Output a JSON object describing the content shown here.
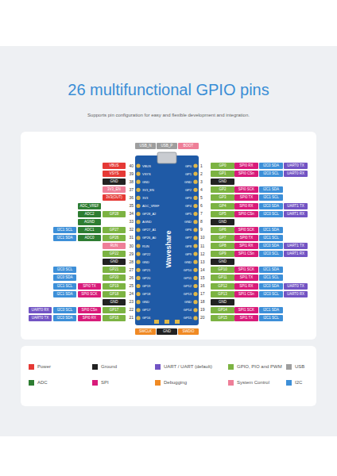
{
  "diagram": {
    "title": "26 multifunctional GPIO pins",
    "nodes": [
      {
        "text": [
          "Waveshare"
        ]
      }
    ],
    "labels": [
      "Supports pin configuration for easy and flexible development and integration.",
      "USB_N",
      "USB_P",
      "BOOT",
      "VBUS",
      "40",
      "VBUS",
      "GP0",
      "1",
      "GP0",
      "SPI0 RX",
      "I2C0 SDA",
      "UART0 TX",
      "VSYS",
      "39",
      "VSYS",
      "GP1",
      "2",
      "GP1",
      "SPI0 CSn",
      "I2C0 SCL",
      "UART0 RX",
      "GND",
      "38",
      "GND",
      "GND",
      "3",
      "GND",
      "3V3_EN",
      "37",
      "3V3_EN",
      "GP2",
      "4",
      "GP2",
      "SPI0 SCK",
      "I2C1 SDA",
      "3V3(OUT)",
      "36",
      "3V3",
      "GP3",
      "5",
      "GP3",
      "SPI0 TX",
      "I2C1 SCL",
      "ADC_VREF",
      "35",
      "ADC_VREF",
      "GP4",
      "6",
      "GP4",
      "SPI0 RX",
      "I2C0 SDA",
      "UART1 TX",
      "ADC2",
      "GP28",
      "34",
      "GP28_A2",
      "GP5",
      "7",
      "GP5",
      "SPI0 CSn",
      "I2C0 SCL",
      "UART1 RX",
      "AGND",
      "33",
      "AGND",
      "GND",
      "8",
      "GND",
      "I2C1 SCL",
      "ADC1",
      "GP27",
      "32",
      "GP27_A1",
      "GP6",
      "9",
      "GP6",
      "SPI0 SCK",
      "I2C1 SDA",
      "I2C1 SDA",
      "ADC0",
      "GP26",
      "31",
      "GP26_A0",
      "GP7",
      "10",
      "GP7",
      "SPI0 TX",
      "I2C1 SCL",
      "RUN",
      "30",
      "RUN",
      "GP8",
      "11",
      "GP8",
      "SPI1 RX",
      "I2C0 SDA",
      "UART1 TX",
      "GP22",
      "29",
      "GP22",
      "GP9",
      "12",
      "GP9",
      "SPI1 CSn",
      "I2C0 SCL",
      "UART1 RX",
      "GND",
      "28",
      "GND",
      "GND",
      "13",
      "GND",
      "I2C0 SCL",
      "GP21",
      "27",
      "GP21",
      "GP10",
      "14",
      "GP10",
      "SPI1 SCK",
      "I2C1 SDA",
      "I2C0 SDA",
      "GP20",
      "26",
      "GP20",
      "GP11",
      "15",
      "GP11",
      "SPI1 TX",
      "I2C1 SCL",
      "I2C1 SCL",
      "SPI0 TX",
      "GP19",
      "25",
      "GP19",
      "GP12",
      "16",
      "GP12",
      "SPI1 RX",
      "I2C0 SDA",
      "UART0 TX",
      "I2C1 SDA",
      "SPI0 SCK",
      "GP18",
      "24",
      "GP18",
      "GP13",
      "17",
      "GP13",
      "SPI1 CSn",
      "I2C0 SCL",
      "UART0 RX",
      "GND",
      "23",
      "GND",
      "GND",
      "18",
      "GND",
      "UART0 RX",
      "I2C0 SCL",
      "SPI0 CSn",
      "GP17",
      "22",
      "GP17",
      "GP14",
      "19",
      "GP14",
      "SPI1 SCK",
      "I2C1 SDA",
      "UART0 TX",
      "I2C0 SDA",
      "SPI0 RX",
      "GP16",
      "21",
      "GP16",
      "GP15",
      "20",
      "GP15",
      "SPI1 TX",
      "I2C1 SCL",
      "SWCLK",
      "GND",
      "SWDIO"
    ],
    "legend": [
      {
        "text": "Power",
        "color": "#e53935"
      },
      {
        "text": "Ground",
        "color": "#222222"
      },
      {
        "text": "UART / UART (default)",
        "color": "#7254c4"
      },
      {
        "text": "GPIO, PIO and PWM",
        "color": "#7cb342"
      },
      {
        "text": "USB",
        "color": "#9e9e9e"
      },
      {
        "text": "ADC",
        "color": "#2e7d32"
      },
      {
        "text": "SPI",
        "color": "#d81b7a"
      },
      {
        "text": "Debugging",
        "color": "#f08a24"
      },
      {
        "text": "System Control",
        "color": "#ee7f98"
      },
      {
        "text": "I2C",
        "color": "#3d8fd8"
      }
    ]
  }
}
